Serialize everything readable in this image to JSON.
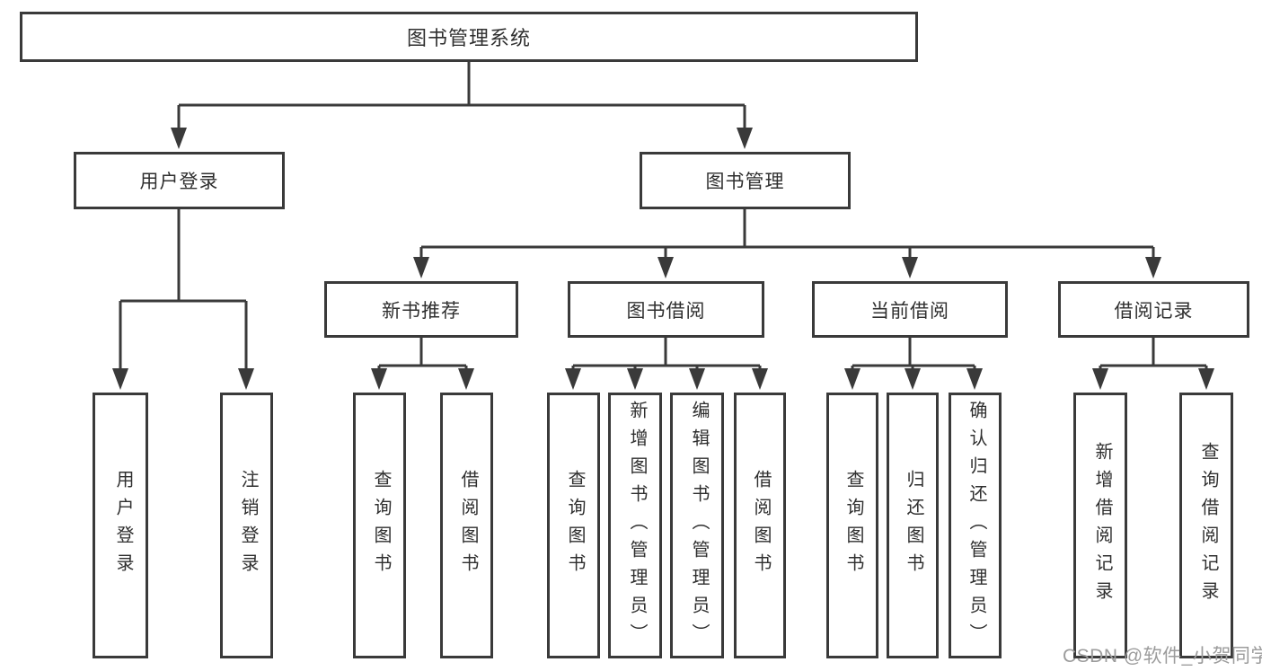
{
  "watermark": "CSDN @软件_小贺同学",
  "colors": {
    "line": "#3a3a3a",
    "text": "#2f2f2f",
    "watermark": "#9c9c9c",
    "background": "#ffffff"
  },
  "tree": {
    "label": "图书管理系统",
    "children": [
      {
        "label": "用户登录",
        "children": [
          {
            "label": "用户登录"
          },
          {
            "label": "注销登录"
          }
        ]
      },
      {
        "label": "图书管理",
        "children": [
          {
            "label": "新书推荐",
            "children": [
              {
                "label": "查询图书"
              },
              {
                "label": "借阅图书"
              }
            ]
          },
          {
            "label": "图书借阅",
            "children": [
              {
                "label": "查询图书"
              },
              {
                "label": "新增图书（管理员）"
              },
              {
                "label": "编辑图书（管理员）"
              },
              {
                "label": "借阅图书"
              }
            ]
          },
          {
            "label": "当前借阅",
            "children": [
              {
                "label": "查询图书"
              },
              {
                "label": "归还图书"
              },
              {
                "label": "确认归还（管理员）"
              }
            ]
          },
          {
            "label": "借阅记录",
            "children": [
              {
                "label": "新增借阅记录"
              },
              {
                "label": "查询借阅记录"
              }
            ]
          }
        ]
      }
    ]
  }
}
